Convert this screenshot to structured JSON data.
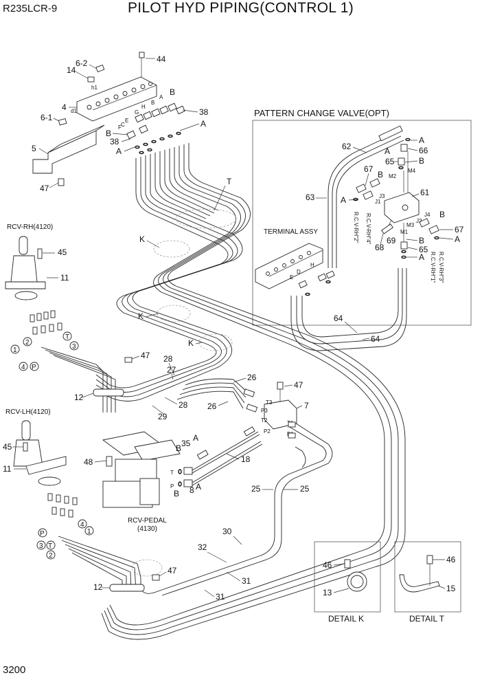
{
  "header": {
    "model": "R235LCR-9",
    "title": "PILOT HYD PIPING(CONTROL 1)"
  },
  "page_number": "3200",
  "section_titles": {
    "pattern_change_valve": "PATTERN CHANGE VALVE(OPT)",
    "terminal_assy": "TERMINAL ASSY",
    "rcv_rh": "RCV-RH(4120)",
    "rcv_lh": "RCV-LH(4120)",
    "rcv_pedal_line1": "RCV-PEDAL",
    "rcv_pedal_line2": "(4130)",
    "detail_k": "DETAIL K",
    "detail_t": "DETAIL T"
  },
  "callouts": {
    "c44": "44",
    "c62": "6-2",
    "c14": "14",
    "c4": "4",
    "c61l": "6-1",
    "c5": "5",
    "c47a": "47",
    "c38a": "38",
    "c38b": "38",
    "cB1": "B",
    "cB2": "B",
    "cA1": "A",
    "cA2": "A",
    "cT": "T",
    "cK1": "K",
    "cK2": "K",
    "cK3": "K",
    "c45a": "45",
    "c11a": "11",
    "c47b": "47",
    "c28a": "28",
    "c27": "27",
    "c12a": "12",
    "c28b": "28",
    "c29": "29",
    "c26a": "26",
    "c26b": "26",
    "c47c": "47",
    "c7": "7",
    "c35": "35",
    "cB3": "B",
    "cA3": "A",
    "c48": "48",
    "c18": "18",
    "cB4": "B",
    "cA4": "A",
    "c8": "8",
    "c45b": "45",
    "c11b": "11",
    "c25a": "25",
    "c25b": "25",
    "c30": "30",
    "c32": "32",
    "c31a": "31",
    "c31b": "31",
    "c12b": "12",
    "c47d": "47",
    "c46a": "46",
    "c13": "13",
    "c46b": "46",
    "c15": "15",
    "c62p": "62",
    "cAp1": "A",
    "c66": "66",
    "c65a": "65",
    "cBp1": "B",
    "c67a": "67",
    "cBp2": "B",
    "c63": "63",
    "cAp2": "A",
    "c61": "61",
    "cBp3": "B",
    "c67b": "67",
    "cAp3": "A",
    "c69": "69",
    "c68": "68",
    "cBp4": "B",
    "c65b": "65",
    "cAp4": "A",
    "c64a": "64",
    "c64b": "64"
  },
  "small_labels": {
    "h1": "h1",
    "d1": "d1",
    "port_letters": [
      "C",
      "D",
      "E",
      "F",
      "G",
      "H",
      "A",
      "B"
    ],
    "valve_ports": {
      "t3": "T3",
      "t2": "T2",
      "t1": "T1",
      "p3": "P3",
      "p2": "P2",
      "p1": "P1"
    },
    "pcv_ports": {
      "m2": "M2",
      "m4": "M4",
      "m1": "M1",
      "m3": "M3",
      "j1": "J1",
      "j2": "J2",
      "j3": "J3",
      "j4": "J4"
    },
    "pedal_ports": {
      "t": "T",
      "p": "P"
    },
    "joystick_ports_rh": [
      "1",
      "2",
      "3",
      "4",
      "T",
      "P"
    ],
    "joystick_ports_lh": [
      "P",
      "T",
      "1",
      "2",
      "3",
      "4"
    ],
    "terminal_ports": [
      "E",
      "D",
      "H"
    ]
  },
  "rotated_notes": [
    "R.C.V-RH\"2\"",
    "R.C.V-RH\"4\"",
    "R.C.V-RH\"1\"",
    "R.C.V-RH\"3\""
  ]
}
